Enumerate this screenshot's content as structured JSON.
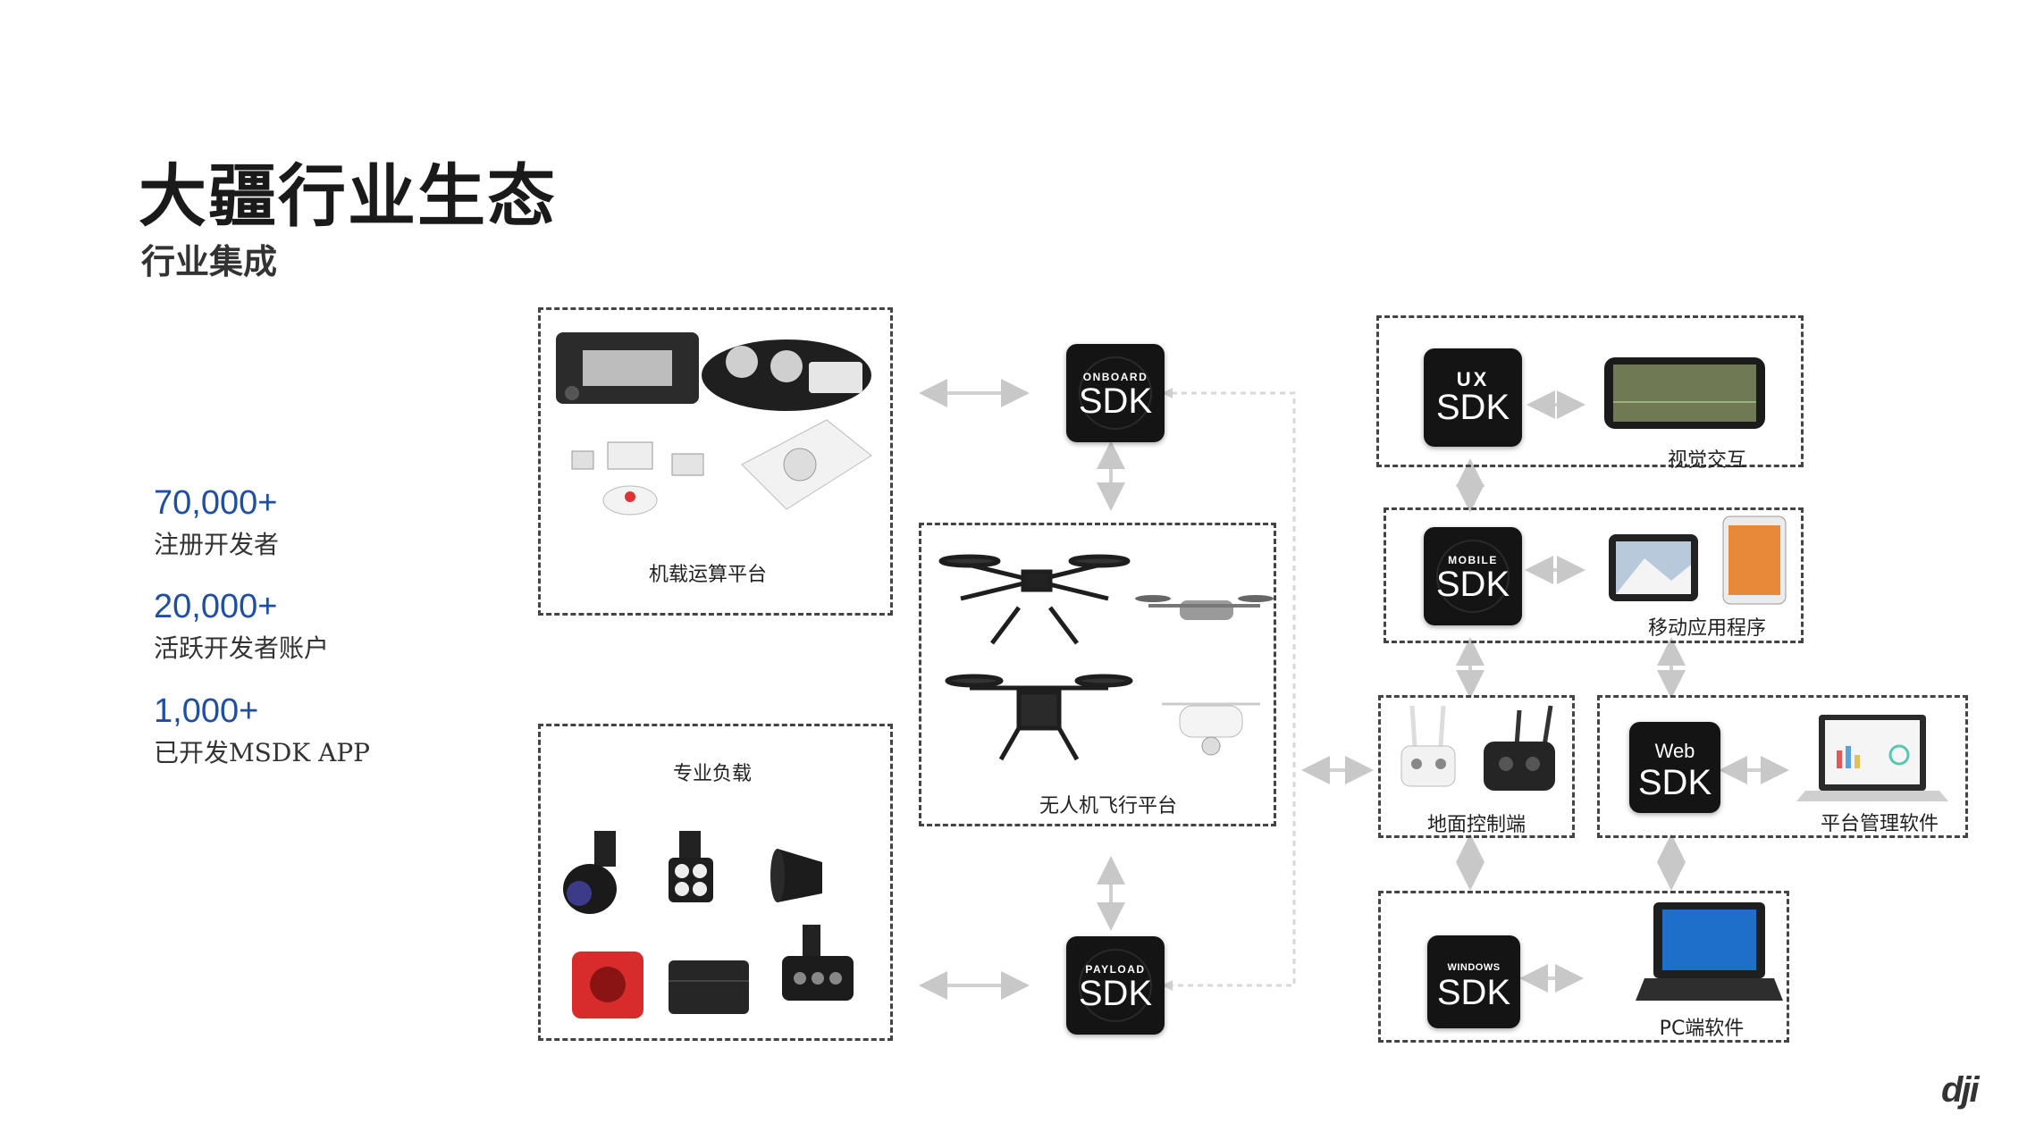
{
  "header": {
    "title": "大疆行业生态",
    "subtitle": "行业集成"
  },
  "stats": [
    {
      "number": "70,000+",
      "label": "注册开发者"
    },
    {
      "number": "20,000+",
      "label": "活跃开发者账户"
    },
    {
      "number": "1,000+",
      "label": "已开发MSDK APP"
    }
  ],
  "boxes": {
    "onboard_platform": "机载运算平台",
    "payloads": "专业负载",
    "flight_platform": "无人机飞行平台",
    "visual": "视觉交互",
    "mobile_app": "移动应用程序",
    "ground": "地面控制端",
    "platform_mgmt": "平台管理软件",
    "pc": "PC端软件"
  },
  "sdks": {
    "onboard": {
      "top": "ONBOARD",
      "big": "SDK"
    },
    "payload": {
      "top": "PAYLOAD",
      "big": "SDK"
    },
    "ux": {
      "top": "UX",
      "big": "SDK"
    },
    "mobile": {
      "top": "MOBILE",
      "big": "SDK"
    },
    "web": {
      "top": "Web",
      "big": "SDK"
    },
    "windows": {
      "top": "WINDOWS",
      "big": "SDK"
    }
  },
  "brand": {
    "logo": "dji",
    "logo_icon": "dji-logo-icon"
  },
  "colors": {
    "stat_number": "#1f4fa3",
    "border": "#444444",
    "arrow": "#cccccc"
  }
}
